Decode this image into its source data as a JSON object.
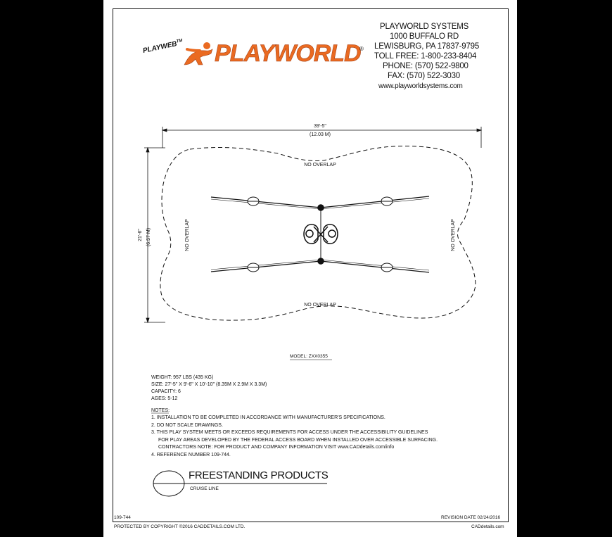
{
  "brand": {
    "logo_text": "PLAYWORLD",
    "registered_mark": "®",
    "playweb_text": "PLAYWEB",
    "playweb_tm": "TM",
    "accent_color": "#ea6a21"
  },
  "company": {
    "name": "PLAYWORLD SYSTEMS",
    "street": "1000 BUFFALO RD",
    "city": "LEWISBURG, PA 17837-9795",
    "toll_free": "TOLL FREE: 1-800-233-8404",
    "phone": "PHONE: (570) 522-9800",
    "fax": "FAX: (570) 522-3030",
    "website": "www.playworldsystems.com"
  },
  "drawing": {
    "width_ft": "39'-5\"",
    "width_m": "(12.03 M)",
    "height_ft": "21'-6\"",
    "height_m": "(6.57 M)",
    "no_overlap": "NO OVERLAP"
  },
  "model": "MODEL: ZXX0355",
  "specs": {
    "weight": "WEIGHT: 957 LBS (435 KG)",
    "size": "SIZE: 27'-5\" X 9'-6\" X 10'-10\" (8.35M X 2.9M X 3.3M)",
    "capacity": "CAPACITY: 6",
    "ages": "AGES: 5-12"
  },
  "notes": {
    "heading": "NOTES:",
    "n1": "1.  INSTALLATION TO BE COMPLETED IN ACCORDANCE WITH MANUFACTURER'S SPECIFICATIONS.",
    "n2": "2.  DO NOT SCALE DRAWINGS.",
    "n3a": "3.  THIS PLAY SYSTEM MEETS OR EXCEEDS REQUIREMENTS FOR ACCESS UNDER THE ACCESSIBILITY GUIDELINES",
    "n3b": "FOR PLAY AREAS DEVELOPED BY THE FEDERAL ACCESS BOARD WHEN INSTALLED OVER ACCESSIBLE SURFACING.",
    "n3c": "CONTRACTORS NOTE: FOR PRODUCT AND COMPANY INFORMATION VISIT www.CADdetails.com/info",
    "n4": "4.  REFERENCE NUMBER 109-744."
  },
  "title_block": {
    "title": "FREESTANDING PRODUCTS",
    "subtitle": "CRUISE LINE",
    "ref_number": "109-744",
    "revision": "REVISION DATE 02/24/2016",
    "copyright": "PROTECTED BY COPYRIGHT ©2016 CADDETAILS.COM LTD.",
    "caddetails": "CADdetails.com"
  }
}
